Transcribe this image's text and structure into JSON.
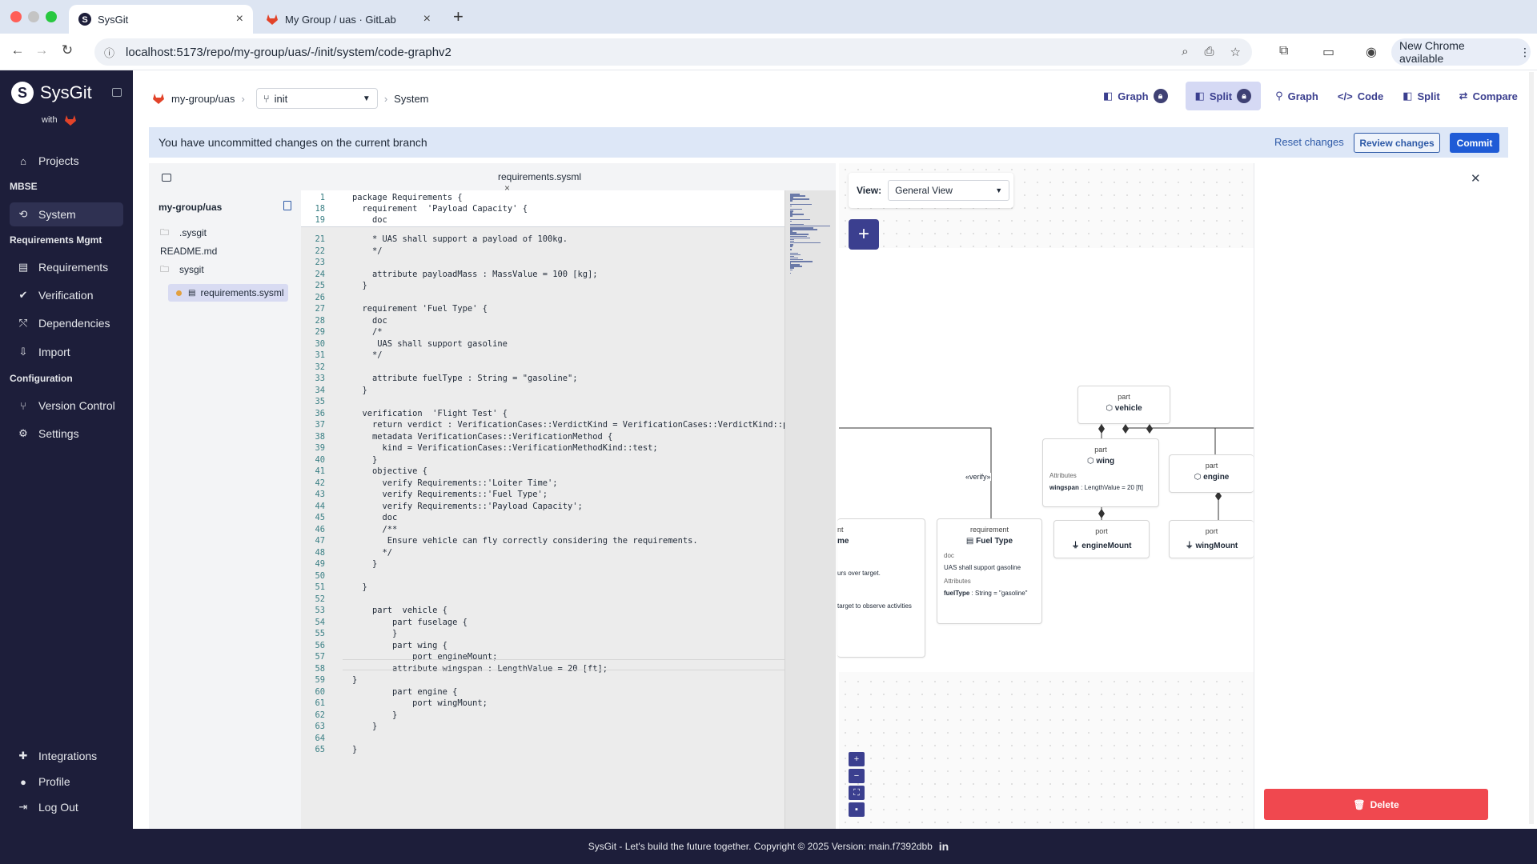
{
  "browser": {
    "tabs": [
      {
        "title": "SysGit",
        "active": true
      },
      {
        "title": "My Group / uas · GitLab",
        "active": false
      }
    ],
    "url": "localhost:5173/repo/my-group/uas/-/init/system/code-graphv2",
    "new_chrome_label": "New Chrome available"
  },
  "sidebar": {
    "brand": "SysGit",
    "with_label": "with",
    "sections": {
      "mbse": "MBSE",
      "requirements_mgmt": "Requirements Mgmt",
      "configuration": "Configuration"
    },
    "items": {
      "projects": "Projects",
      "system": "System",
      "requirements": "Requirements",
      "verification": "Verification",
      "dependencies": "Dependencies",
      "import": "Import",
      "version_control": "Version Control",
      "settings": "Settings",
      "integrations": "Integrations",
      "profile": "Profile",
      "logout": "Log Out"
    }
  },
  "topbar": {
    "repo": "my-group/uas",
    "branch": "init",
    "page": "System",
    "view_tabs": [
      "Graph",
      "Split",
      "Graph",
      "Code",
      "Split",
      "Compare"
    ]
  },
  "banner": {
    "message": "You have uncommitted changes on the current branch",
    "reset": "Reset changes",
    "review": "Review changes",
    "commit": "Commit"
  },
  "filetree": {
    "root": "my-group/uas",
    "entries": [
      ".sysgit",
      "README.md",
      "sysgit"
    ],
    "selected": "requirements.sysml"
  },
  "editor": {
    "tab": "requirements.sysml",
    "sticky": [
      {
        "n": "1",
        "t": "package Requirements {"
      },
      {
        "n": "18",
        "t": "  requirement  'Payload Capacity' {"
      },
      {
        "n": "19",
        "t": "    doc"
      }
    ],
    "lines": [
      {
        "n": "21",
        "t": "    * UAS shall support a payload of 100kg."
      },
      {
        "n": "22",
        "t": "    */"
      },
      {
        "n": "23",
        "t": ""
      },
      {
        "n": "24",
        "t": "    attribute payloadMass : MassValue = 100 [kg];"
      },
      {
        "n": "25",
        "t": "  }"
      },
      {
        "n": "26",
        "t": ""
      },
      {
        "n": "27",
        "t": "  requirement 'Fuel Type' {"
      },
      {
        "n": "28",
        "t": "    doc"
      },
      {
        "n": "29",
        "t": "    /*"
      },
      {
        "n": "30",
        "t": "     UAS shall support gasoline"
      },
      {
        "n": "31",
        "t": "    */"
      },
      {
        "n": "32",
        "t": ""
      },
      {
        "n": "33",
        "t": "    attribute fuelType : String = \"gasoline\";"
      },
      {
        "n": "34",
        "t": "  }"
      },
      {
        "n": "35",
        "t": ""
      },
      {
        "n": "36",
        "t": "  verification  'Flight Test' {"
      },
      {
        "n": "37",
        "t": "    return verdict : VerificationCases::VerdictKind = VerificationCases::VerdictKind::pass;"
      },
      {
        "n": "38",
        "t": "    metadata VerificationCases::VerificationMethod {"
      },
      {
        "n": "39",
        "t": "      kind = VerificationCases::VerificationMethodKind::test;"
      },
      {
        "n": "40",
        "t": "    }"
      },
      {
        "n": "41",
        "t": "    objective {"
      },
      {
        "n": "42",
        "t": "      verify Requirements::'Loiter Time';"
      },
      {
        "n": "43",
        "t": "      verify Requirements::'Fuel Type';"
      },
      {
        "n": "44",
        "t": "      verify Requirements::'Payload Capacity';"
      },
      {
        "n": "45",
        "t": "      doc"
      },
      {
        "n": "46",
        "t": "      /**"
      },
      {
        "n": "47",
        "t": "       Ensure vehicle can fly correctly considering the requirements."
      },
      {
        "n": "48",
        "t": "      */"
      },
      {
        "n": "49",
        "t": "    }"
      },
      {
        "n": "50",
        "t": ""
      },
      {
        "n": "51",
        "t": "  }"
      },
      {
        "n": "52",
        "t": ""
      },
      {
        "n": "53",
        "t": "    part  vehicle {"
      },
      {
        "n": "54",
        "t": "        part fuselage {"
      },
      {
        "n": "55",
        "t": "        }"
      },
      {
        "n": "56",
        "t": "        part wing {"
      },
      {
        "n": "57",
        "t": "            port engineMount;"
      },
      {
        "n": "58",
        "t": "        attribute wingspan : LengthValue = 20 [ft];"
      },
      {
        "n": "59",
        "t": "}"
      },
      {
        "n": "60",
        "t": "        part engine {"
      },
      {
        "n": "61",
        "t": "            port wingMount;"
      },
      {
        "n": "62",
        "t": "        }"
      },
      {
        "n": "63",
        "t": "    }"
      },
      {
        "n": "64",
        "t": ""
      },
      {
        "n": "65",
        "t": "}"
      }
    ]
  },
  "diagram": {
    "view_label": "View:",
    "view_value": "General View",
    "verify_label": "«verify»",
    "nodes": {
      "vehicle": {
        "kind": "part",
        "name": "vehicle"
      },
      "wing": {
        "kind": "part",
        "name": "wing",
        "section": "Attributes",
        "attr_name": "wingspan",
        "attr_rest": " : LengthValue = 20 [ft]"
      },
      "engine": {
        "kind": "part",
        "name": "engine"
      },
      "fuel_type": {
        "kind": "requirement",
        "name": "Fuel Type",
        "doc_label": "doc",
        "doc": "UAS shall support gasoline",
        "section": "Attributes",
        "attr_name": "fuelType",
        "attr_rest": " : String = \"gasoline\""
      },
      "engine_mount": {
        "kind": "port",
        "name": "engineMount"
      },
      "wing_mount": {
        "kind": "port",
        "name": "wingMount"
      },
      "partial": {
        "kind": "nt",
        "name": "me",
        "line1": "urs over target.",
        "line2": "target to observe activities"
      }
    }
  },
  "details": {
    "delete": "Delete"
  },
  "footer": {
    "text": "SysGit - Let's build the future together.  Copyright © 2025  Version: main.f7392dbb",
    "linkedin": "in"
  },
  "colors": {
    "sidebar_bg": "#1d1e3a",
    "accent": "#3b3f8f",
    "commit_blue": "#1f5bd6",
    "delete_red": "#f0484f",
    "banner_bg": "#dde7f7"
  }
}
